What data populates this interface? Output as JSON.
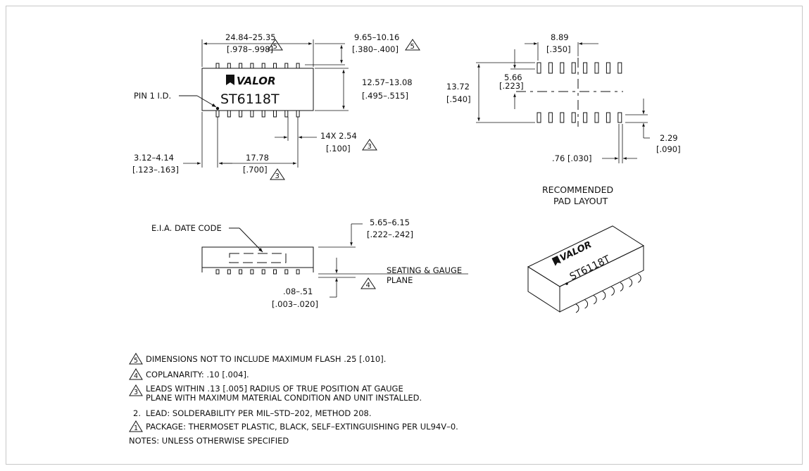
{
  "top_view": {
    "length_mm": "24.84–25.35",
    "length_in": "[.978–.998]",
    "length_note": "5",
    "width_mm": "9.65–10.16",
    "width_in": "[.380–.400]",
    "width_note": "5",
    "height_mm": "12.57–13.08",
    "height_in": "[.495–.515]",
    "pitch": "14X 2.54",
    "pitch_in": "[.100]",
    "pitch_note": "3",
    "pin_span_mm": "17.78",
    "pin_span_in": "[.700]",
    "pin_span_note": "3",
    "lead_mm": "3.12–4.14",
    "lead_in": "[.123–.163]",
    "pin1_label": "PIN 1 I.D.",
    "brand": "VALOR",
    "part_number": "ST6118T"
  },
  "pad_layout": {
    "pitch_mm": "8.89",
    "pitch_in": "[.350]",
    "inner_mm": "5.66",
    "inner_in": "[.223]",
    "outer_mm": "13.72",
    "outer_in": "[.540]",
    "pad_len_mm": "2.29",
    "pad_len_in": "[.090]",
    "pad_w": ".76 [.030]",
    "caption_line1": "RECOMMENDED",
    "caption_line2": "PAD LAYOUT"
  },
  "side_view": {
    "date_code_label": "E.I.A. DATE CODE",
    "height_mm": "5.65–6.15",
    "height_in": "[.222–.242]",
    "standoff_mm": ".08–.51",
    "standoff_in": "[.003–.020]",
    "plane_line1": "SEATING & GAUGE",
    "plane_line2": "PLANE",
    "plane_note": "4"
  },
  "iso_view": {
    "brand": "VALOR",
    "part_number": "ST6118T"
  },
  "notes": [
    {
      "num": "5",
      "triangle": true,
      "line1": "DIMENSIONS NOT TO INCLUDE MAXIMUM FLASH .25 [.010].",
      "line2": ""
    },
    {
      "num": "4",
      "triangle": true,
      "line1": "COPLANARITY: .10 [.004].",
      "line2": ""
    },
    {
      "num": "3",
      "triangle": true,
      "line1": "LEADS WITHIN .13 [.005] RADIUS OF TRUE POSITION AT GAUGE",
      "line2": "PLANE WITH MAXIMUM MATERIAL CONDITION AND UNIT INSTALLED."
    },
    {
      "num": "2.",
      "triangle": false,
      "line1": "LEAD: SOLDERABILITY PER MIL–STD–202, METHOD 208.",
      "line2": ""
    },
    {
      "num": "1",
      "triangle": true,
      "line1": "PACKAGE: THERMOSET PLASTIC, BLACK, SELF–EXTINGUISHING PER UL94V–0.",
      "line2": ""
    }
  ],
  "notes_footer": "NOTES: UNLESS OTHERWISE SPECIFIED"
}
